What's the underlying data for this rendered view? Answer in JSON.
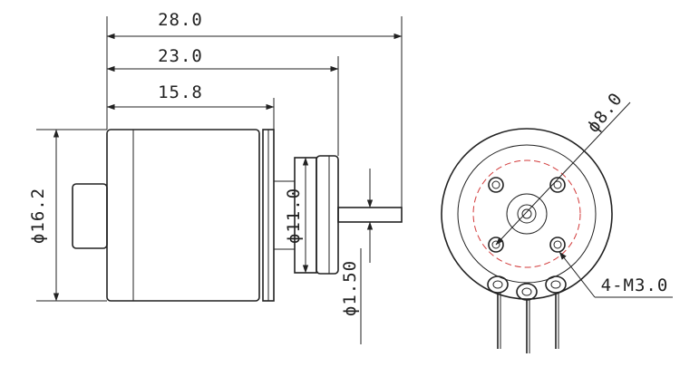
{
  "dimensions": {
    "total_length": "28.0",
    "flange_length": "23.0",
    "body_length": "15.8",
    "body_diameter": "ϕ16.2",
    "boss_diameter": "ϕ11.0",
    "shaft_diameter": "ϕ1.50",
    "bolt_circle": "ϕ8.0",
    "mount_holes": "4-M3.0"
  },
  "colors": {
    "line": "#222222",
    "hole_circle": "#d23a3a"
  }
}
